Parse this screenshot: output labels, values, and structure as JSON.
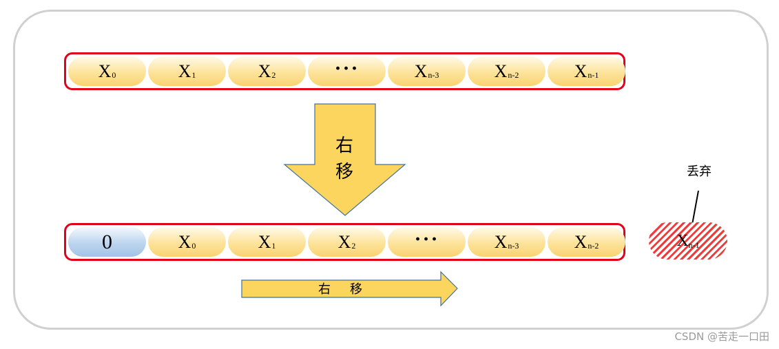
{
  "top_row": {
    "cells": [
      {
        "main": "X",
        "sub": "0"
      },
      {
        "main": "X",
        "sub": "1"
      },
      {
        "main": "X",
        "sub": "2"
      },
      {
        "main": "···",
        "sub": ""
      },
      {
        "main": "X",
        "sub": "n-3"
      },
      {
        "main": "X",
        "sub": "n-2"
      },
      {
        "main": "X",
        "sub": "n-1"
      }
    ]
  },
  "down_arrow": {
    "label_line1": "右",
    "label_line2": "移"
  },
  "bottom_row": {
    "zero_value": "0",
    "cells": [
      {
        "main": "X",
        "sub": "0"
      },
      {
        "main": "X",
        "sub": "1"
      },
      {
        "main": "X",
        "sub": "2"
      },
      {
        "main": "···",
        "sub": ""
      },
      {
        "main": "X",
        "sub": "n-3"
      },
      {
        "main": "X",
        "sub": "n-2"
      }
    ]
  },
  "right_arrow": {
    "label": "右移"
  },
  "discard": {
    "label": "丢弃",
    "cell_main": "X",
    "cell_sub": "n-1"
  },
  "watermark": "CSDN @苦走一口田",
  "colors": {
    "border_red": "#e3001b",
    "cell_yellow": "#fde39a",
    "cell_blue": "#bcd5ee",
    "arrow_fill": "#fcd55f",
    "arrow_stroke": "#41719c",
    "hatch_red": "#ef3b3b"
  }
}
